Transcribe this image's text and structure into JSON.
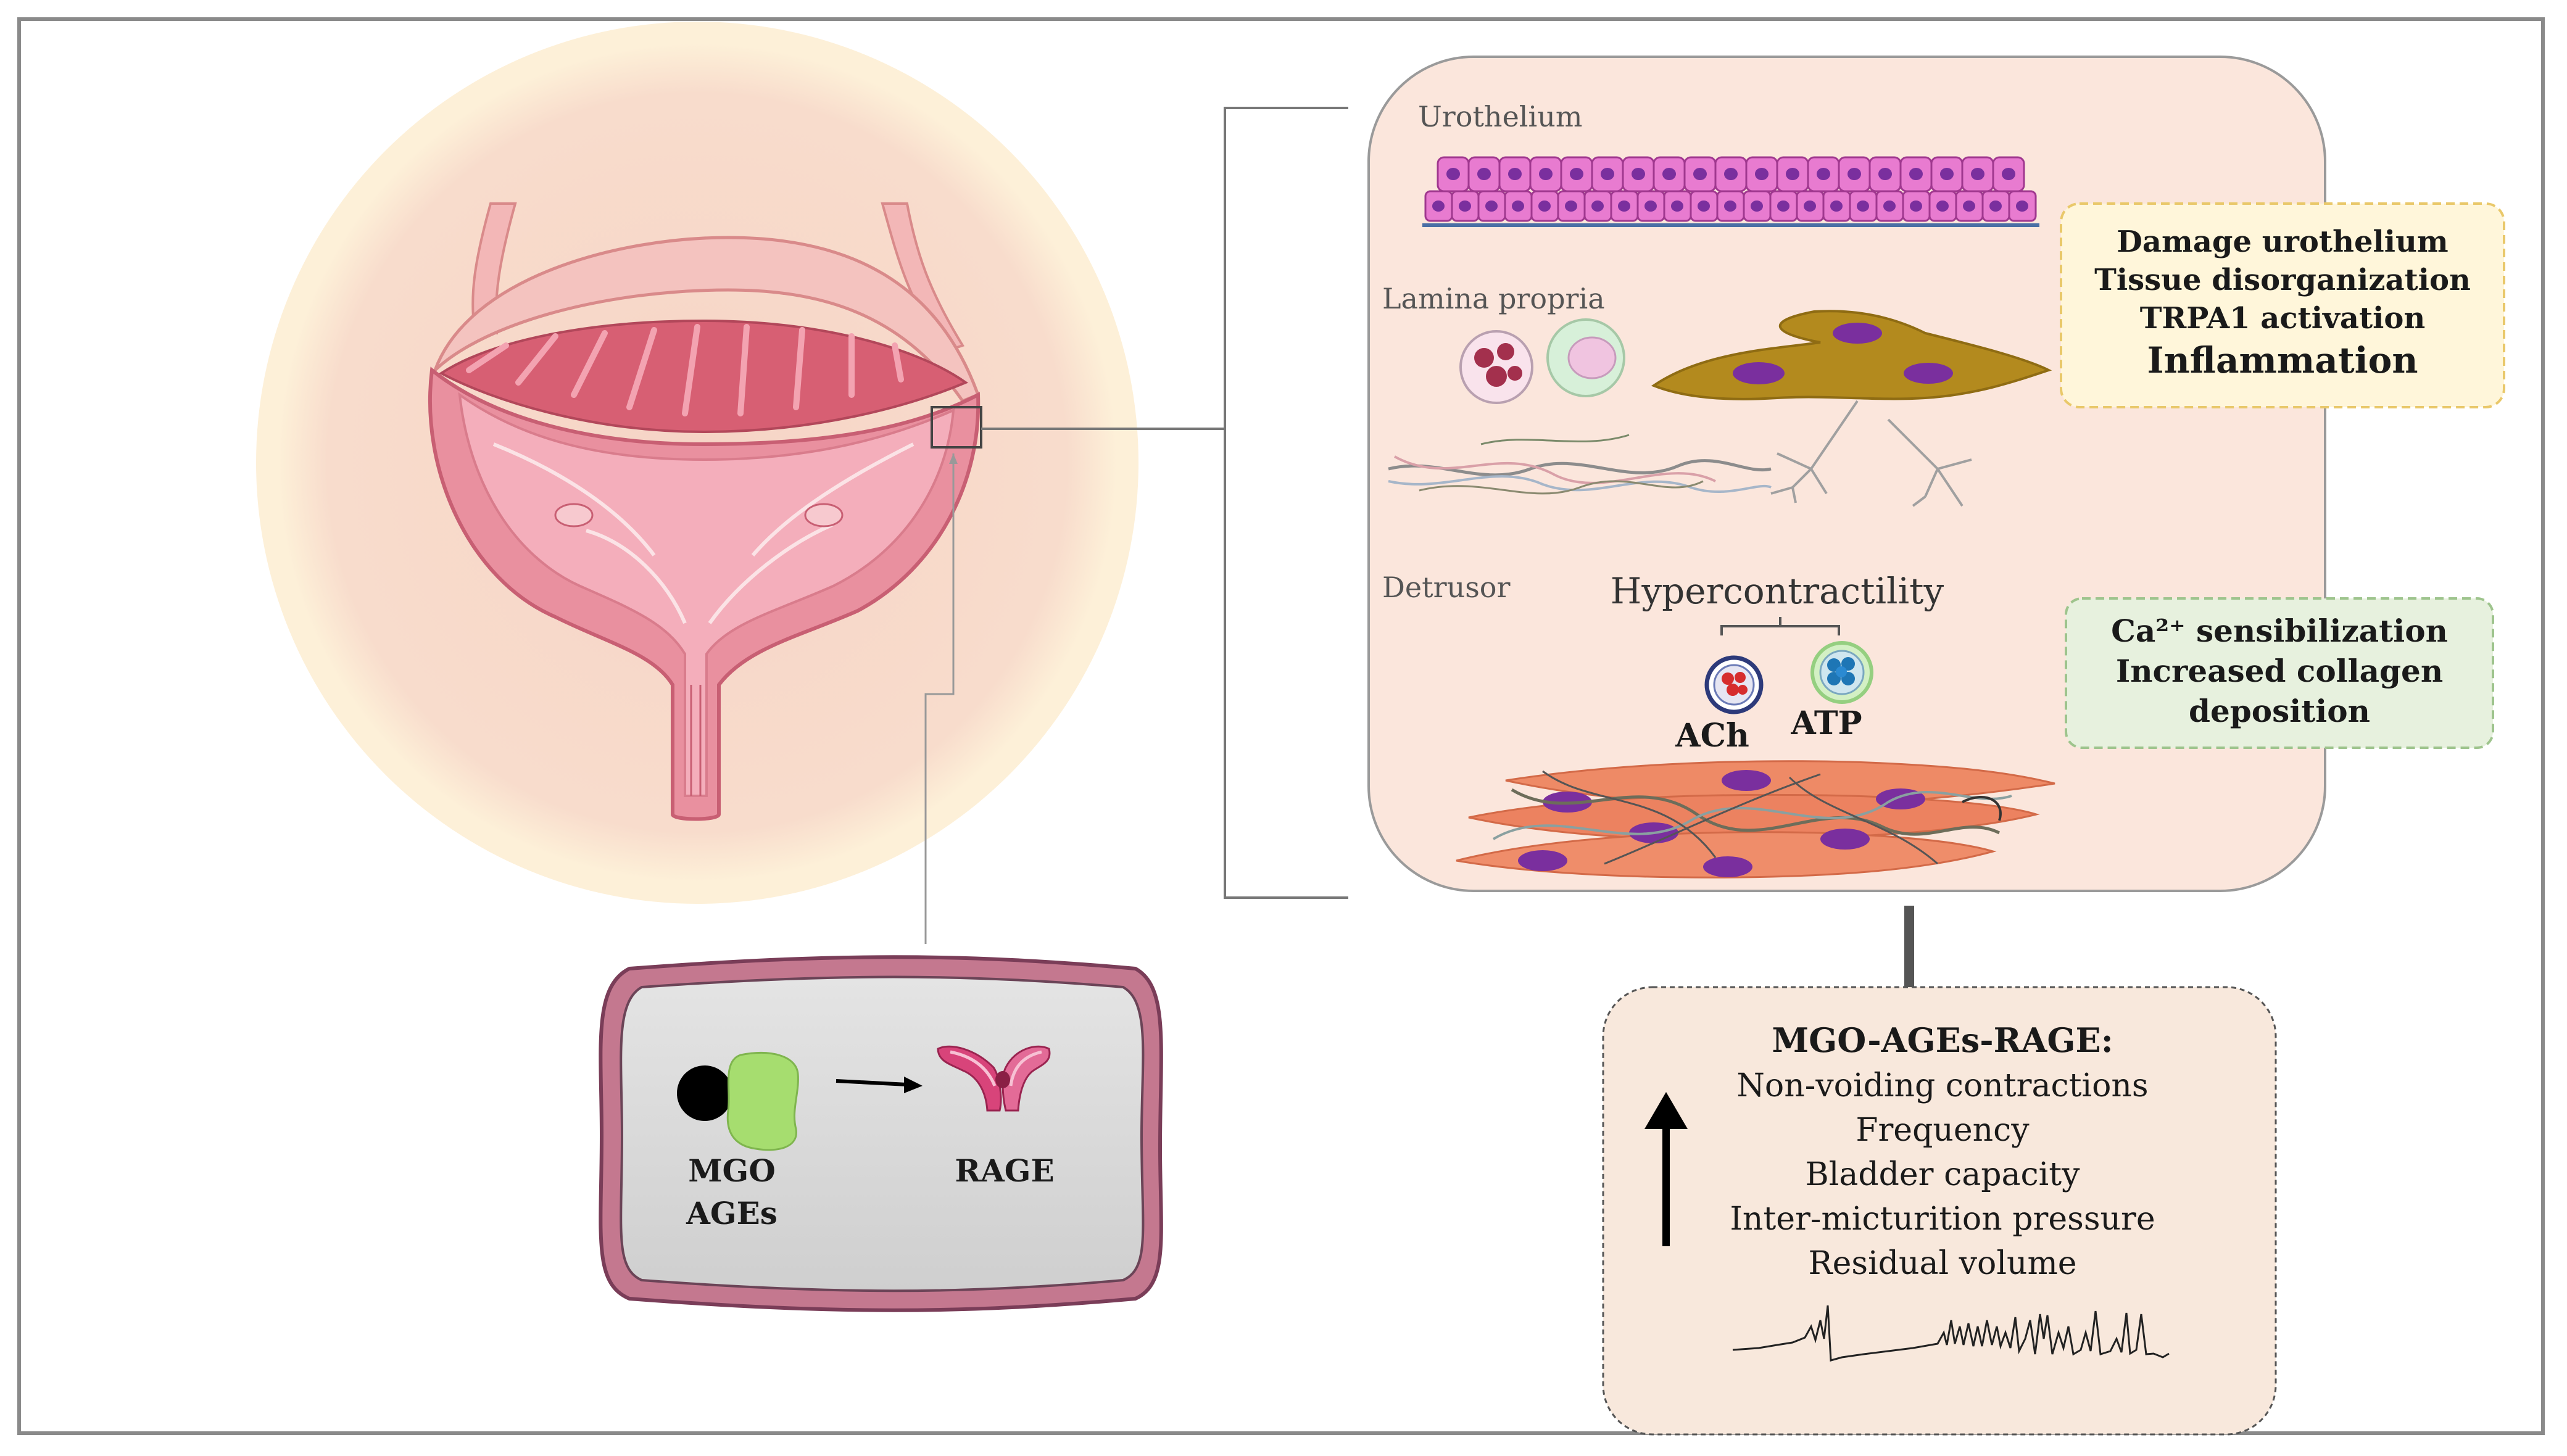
{
  "colors": {
    "halo_outer": "#fdf0d8",
    "halo_inner": "#f8dccc",
    "panel_fill": "#fbe6dc",
    "panel_border": "#9a9a9a",
    "yellow_box_fill": "#fff6da",
    "yellow_box_border": "#e9c86a",
    "green_box_fill": "#e7f1de",
    "green_box_border": "#9ec48d",
    "bottom_box_fill": "#f8e8dc",
    "urothelium_cell": "#e87bd0",
    "nucleus": "#7a2f9e",
    "fibroblast": "#b38a1e",
    "detrusor_muscle": "#ee8a66",
    "tissue_pink": "#e9909f",
    "tissue_red": "#cf5569",
    "tv_fill": "#d9d9d9",
    "tv_border": "#8a4a67",
    "mgo": "#000000",
    "age": "#a6dd6f",
    "rage": "#d8447a"
  },
  "icons": [
    "bladder-anatomy-icon",
    "urothelium-cells-icon",
    "immune-cell-icon",
    "fibroblast-icon",
    "nerve-fiber-icon",
    "vesicle-icon",
    "smooth-muscle-icon",
    "rage-receptor-icon",
    "up-arrow-icon",
    "pressure-trace-icon"
  ],
  "layers": {
    "urothelium": "Urothelium",
    "lamina_propria": "Lamina propria",
    "detrusor": "Detrusor"
  },
  "hypercontractility": {
    "title": "Hypercontractility",
    "ach": "ACh",
    "atp": "ATP"
  },
  "damage_box": {
    "line1": "Damage urothelium",
    "line2": "Tissue disorganization",
    "line3": "TRPA1 activation",
    "line4": "Inflammation"
  },
  "calcium_box": {
    "line1": "Ca²⁺ sensibilization",
    "line2": "Increased collagen",
    "line3": "deposition"
  },
  "ligands": {
    "mgo": "MGO",
    "ages": "AGEs",
    "rage": "RAGE"
  },
  "outcomes": {
    "title": "MGO-AGEs-RAGE:",
    "items": [
      "Non-voiding contractions",
      "Frequency",
      "Bladder capacity",
      "Inter-micturition pressure",
      "Residual volume"
    ]
  }
}
